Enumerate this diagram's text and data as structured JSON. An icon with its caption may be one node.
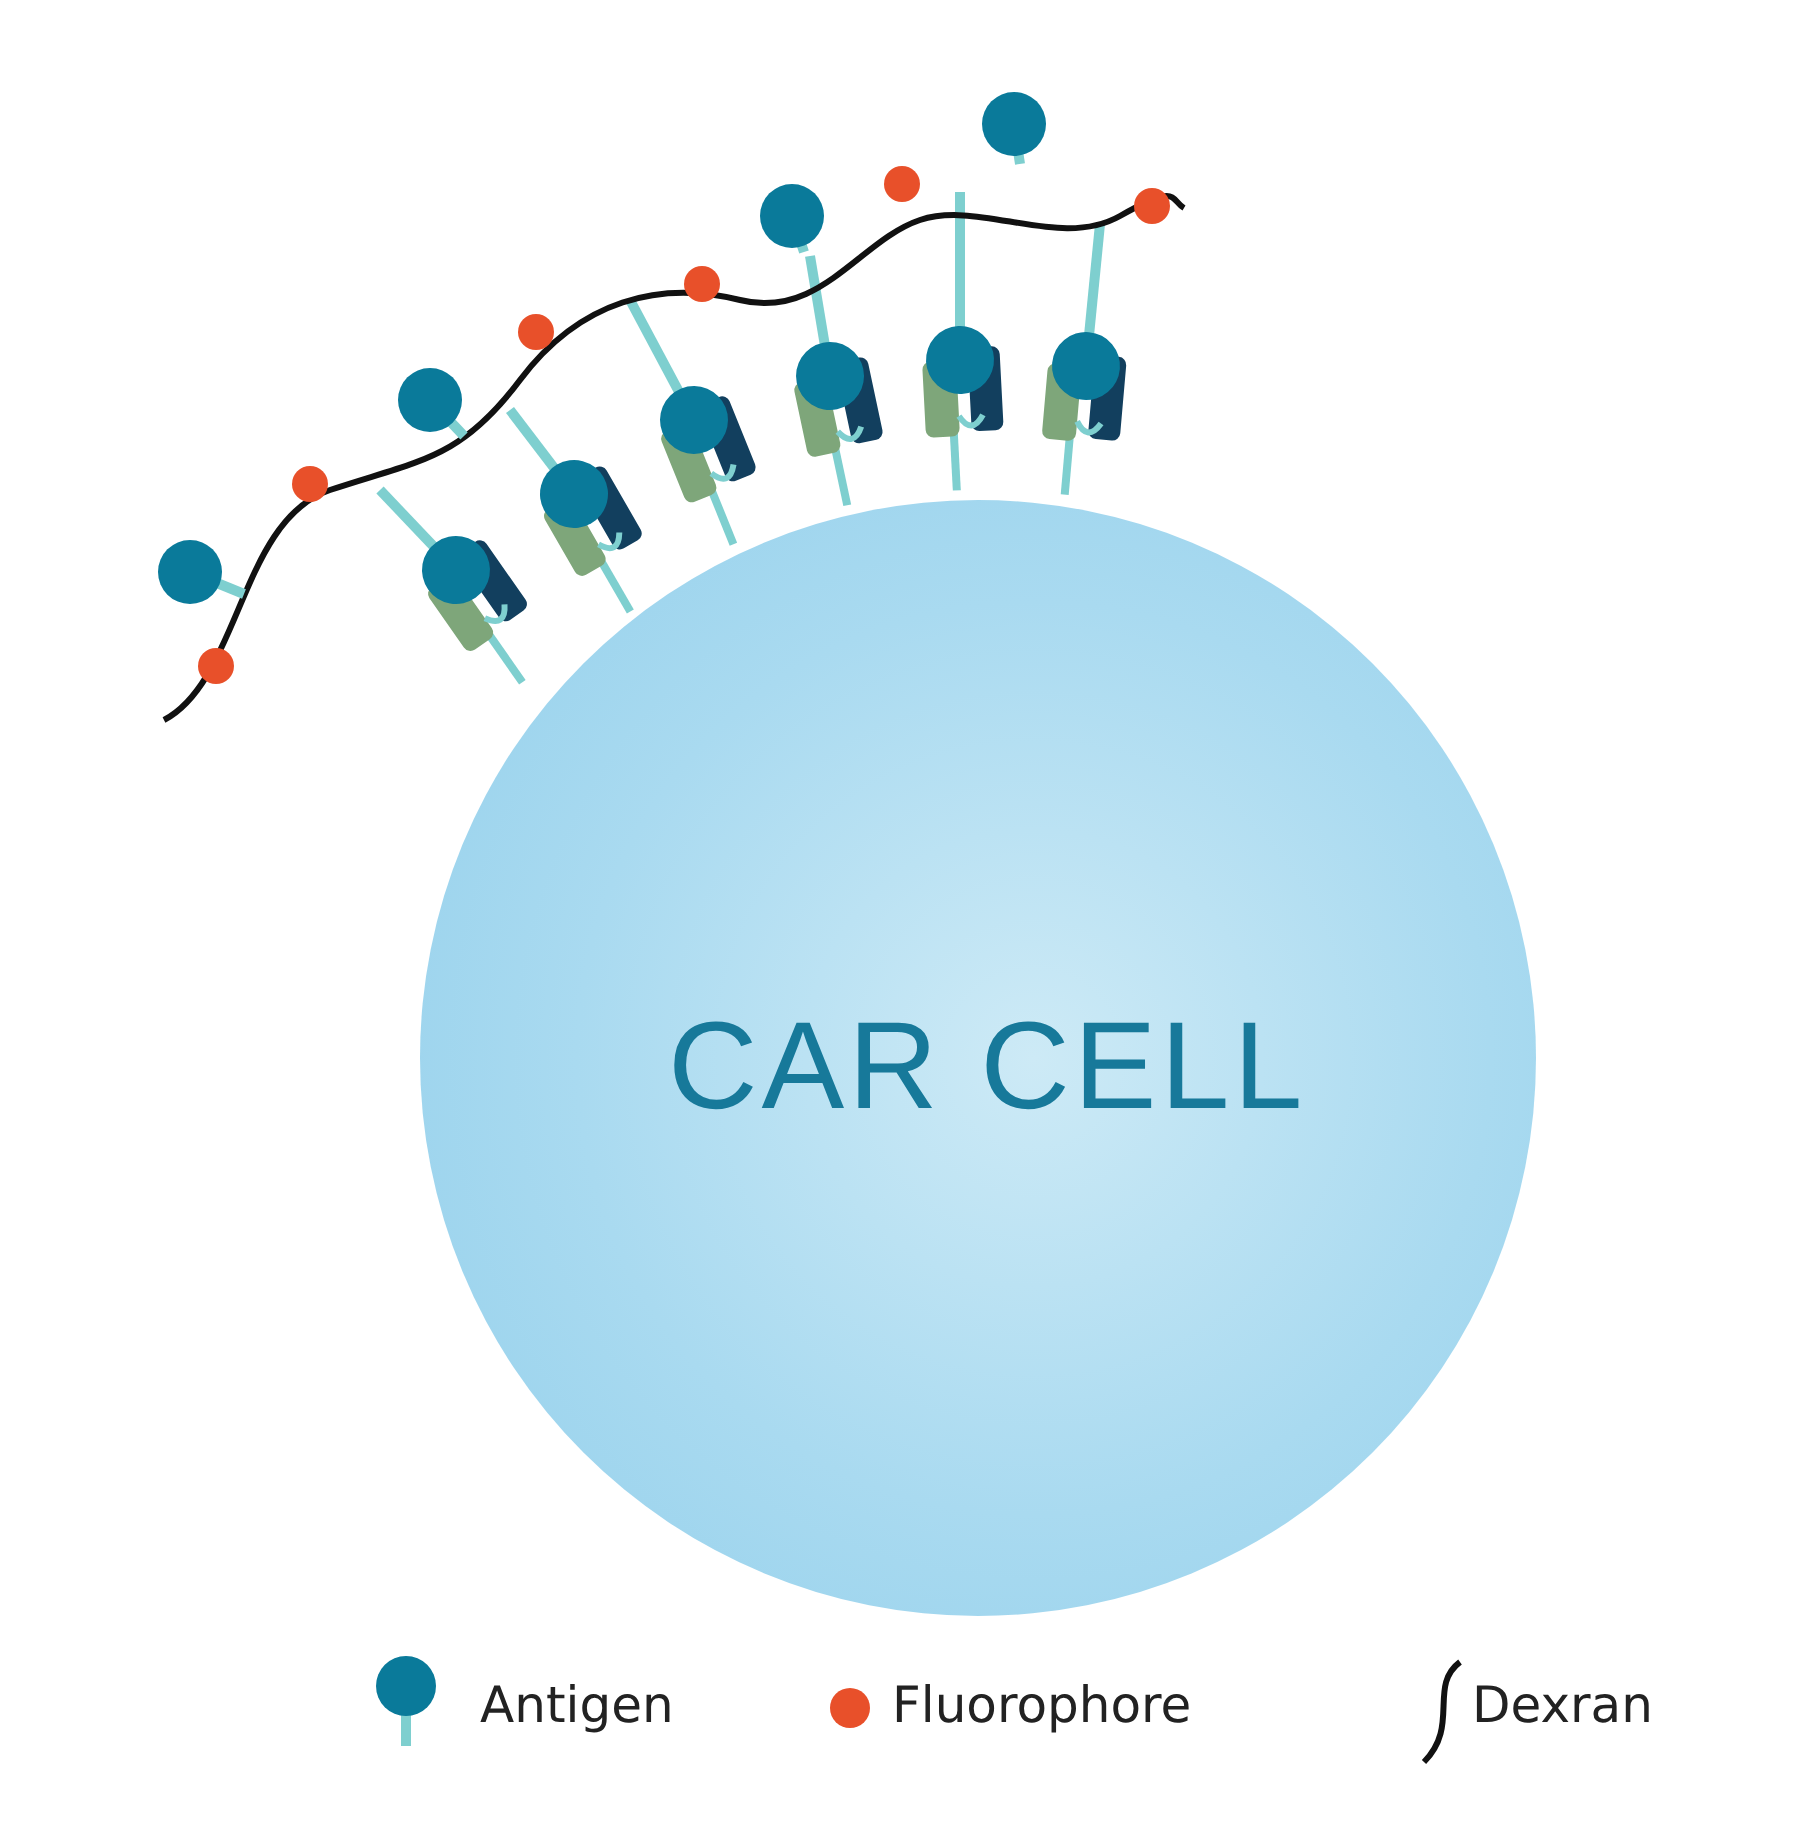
{
  "diagram": {
    "nodes": [
      {
        "text": [
          "CAR CELL"
        ]
      }
    ],
    "legend": [
      {
        "text": "Antigen"
      },
      {
        "text": "Fluorophore",
        "color": "#e8502a"
      },
      {
        "text": "Dexran"
      }
    ]
  }
}
